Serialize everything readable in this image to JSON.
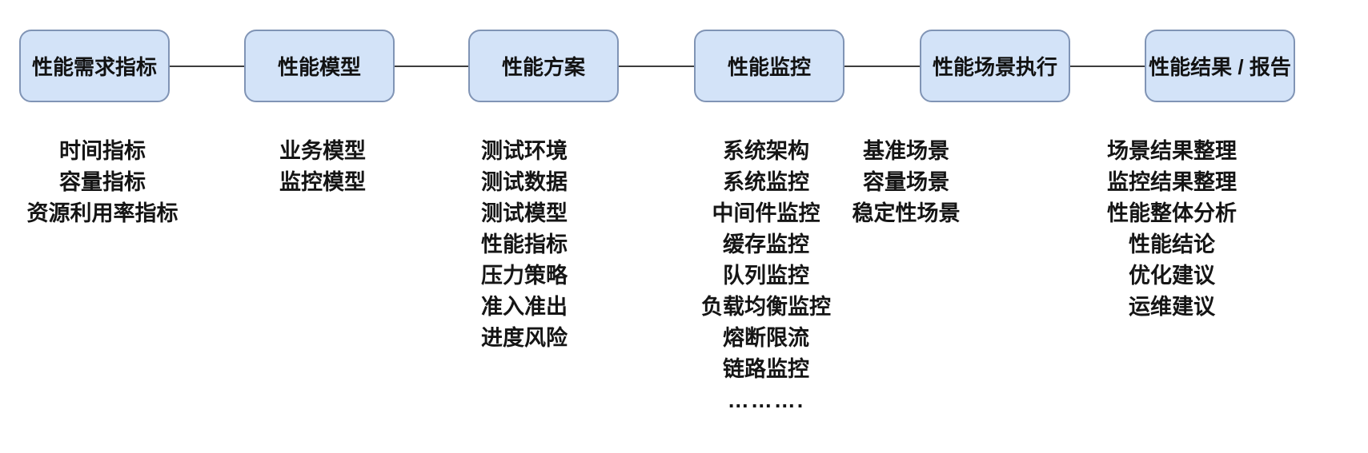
{
  "diagram": {
    "title": "performance-testing-process-flow",
    "colors": {
      "box_fill": "#d3e3f8",
      "box_border": "#8094b5",
      "connector": "#3d3d3d",
      "text": "#151515",
      "background": "#ffffff"
    },
    "stages": [
      {
        "label": "性能需求指标",
        "items": [
          "时间指标",
          "容量指标",
          "资源利用率指标"
        ]
      },
      {
        "label": "性能模型",
        "items": [
          "业务模型",
          "监控模型"
        ]
      },
      {
        "label": "性能方案",
        "items": [
          "测试环境",
          "测试数据",
          "测试模型",
          "性能指标",
          "压力策略",
          "准入准出",
          "进度风险"
        ]
      },
      {
        "label": "性能监控",
        "items": [
          "系统架构",
          "系统监控",
          "中间件监控",
          "缓存监控",
          "队列监控",
          "负载均衡监控",
          "熔断限流",
          "链路监控",
          "………."
        ]
      },
      {
        "label": "性能场景执行",
        "items": [
          "基准场景",
          "容量场景",
          "稳定性场景"
        ]
      },
      {
        "label": "性能结果 / 报告",
        "items": [
          "场景结果整理",
          "监控结果整理",
          "性能整体分析",
          "性能结论",
          "优化建议",
          "运维建议"
        ]
      }
    ]
  }
}
